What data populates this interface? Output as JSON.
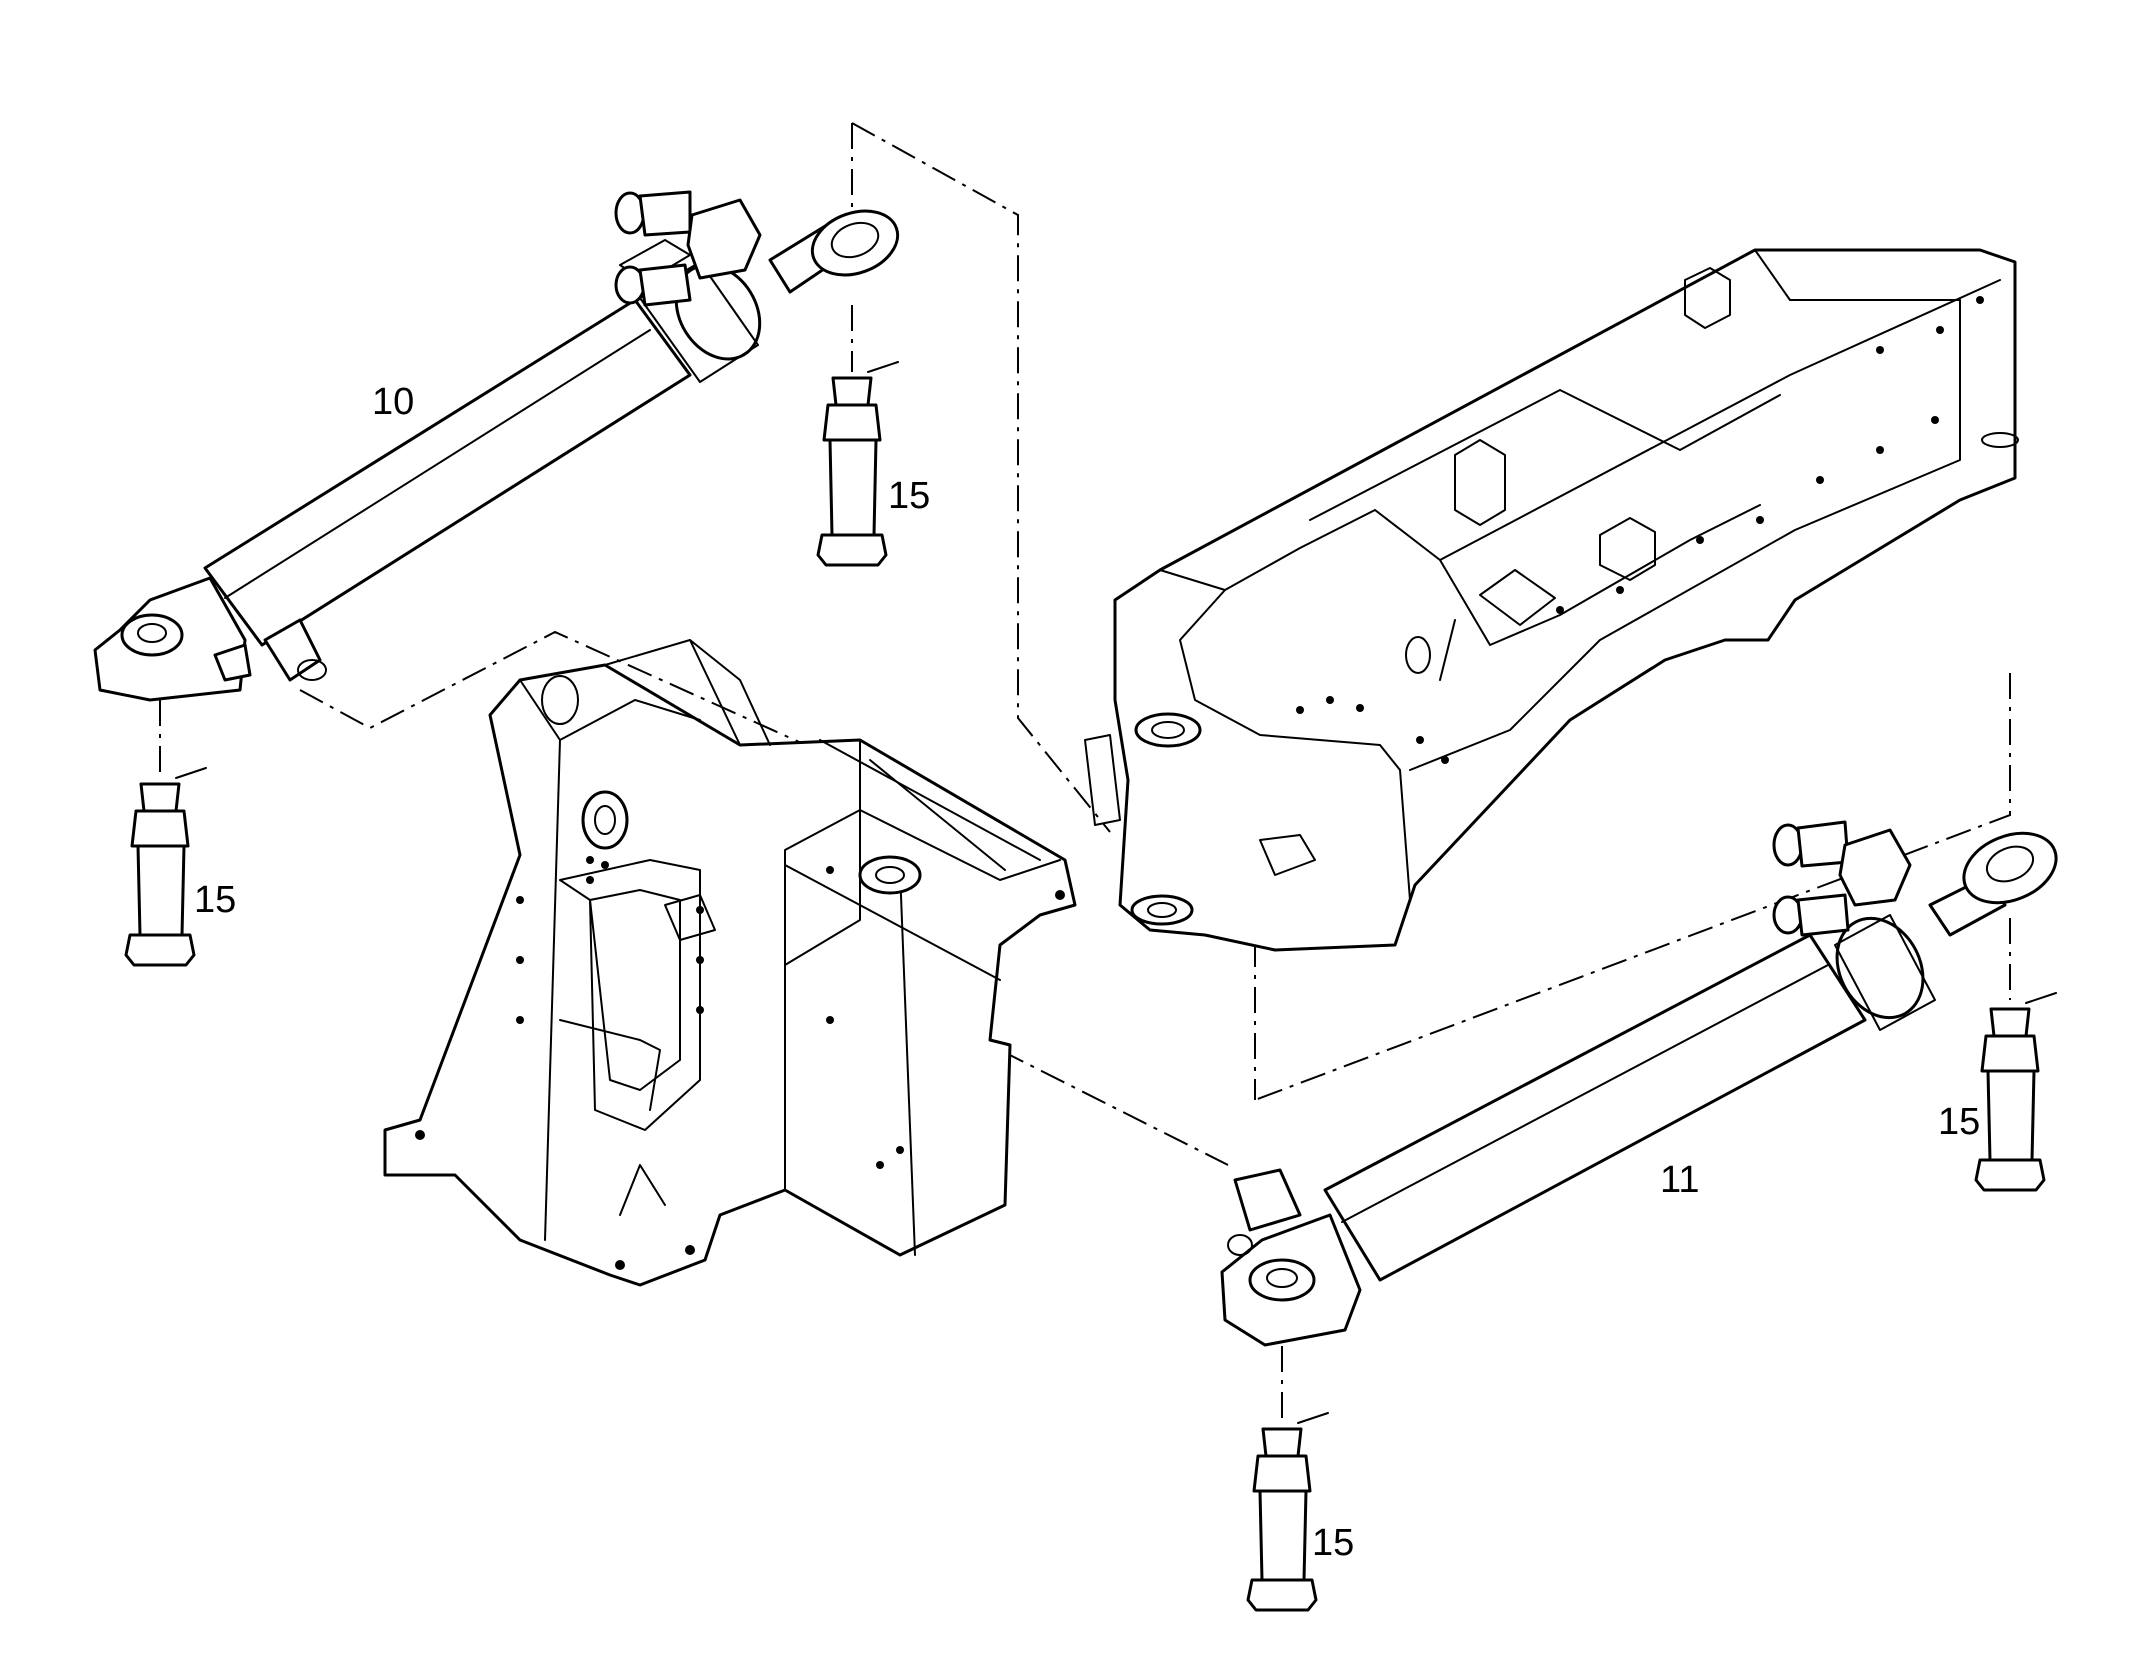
{
  "callouts": {
    "cylinder_upper": "10",
    "cylinder_lower": "11",
    "pin_upper_rod": "15",
    "pin_upper_base": "15",
    "pin_lower_rod": "15",
    "pin_lower_base": "15"
  },
  "parts": {
    "cylinder_upper": "hydraulic-cylinder",
    "cylinder_lower": "hydraulic-cylinder",
    "front_frame": "front-frame",
    "rear_frame": "rear-frame",
    "pins": "pivot-pin"
  }
}
